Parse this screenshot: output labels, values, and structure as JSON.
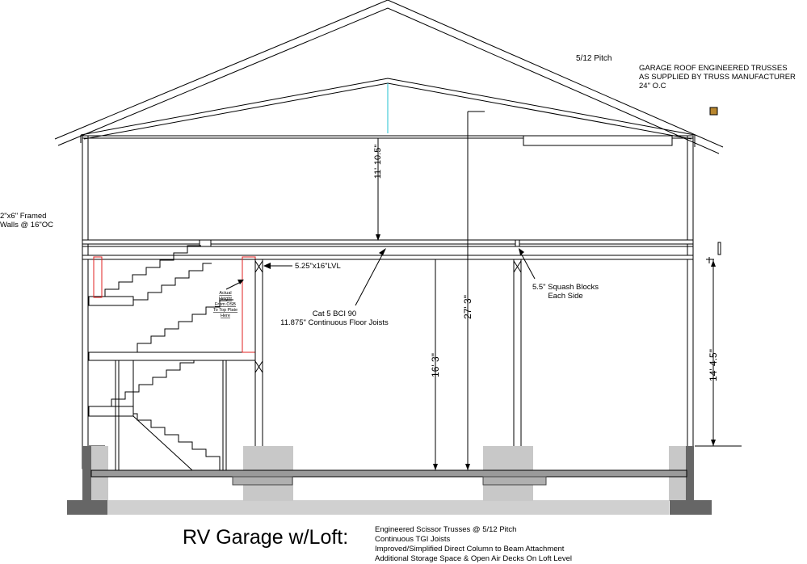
{
  "labels": {
    "pitch": "5/12 Pitch",
    "truss_line1": "GARAGE ROOF ENGINEERED TRUSSES",
    "truss_line2": "AS SUPPLIED BY TRUSS MANUFACTURER",
    "truss_line3": "24\" O.C",
    "walls_line1": "2\"x6\" Framed",
    "walls_line2": "Walls @ 16\"OC",
    "lvl": "5.25\"x16\"LVL",
    "joist_line1": "Cat 5 BCI 90",
    "joist_line2": "11.875\" Continuous Floor Joists",
    "squash_line1": "5.5\" Squash Blocks",
    "squash_line2": "Each Side",
    "actual_line1": "Actual",
    "actual_line2": "Height",
    "actual_line3": "From OSB",
    "actual_line4": "To Top Plate",
    "actual_line5": "Here"
  },
  "dimensions": {
    "upper_height": "11'-10.5\"",
    "overall_height": "27' 3\"",
    "lower_height": "16' 3\"",
    "side_height": "14' 4.5\""
  },
  "title": "RV Garage w/Loft:",
  "notes": [
    "Engineered Scissor Trusses @ 5/12 Pitch",
    "Continuous TGI Joists",
    "Improved/Simplified Direct Column to Beam  Attachment",
    "Additional Storage Space & Open Air Decks On Loft Level"
  ],
  "colors": {
    "line": "#000000",
    "concrete": "#c8c8c8",
    "concrete_dark": "#8c8c8c",
    "accent_red": "#e02020",
    "accent_cyan": "#20c0d0",
    "marker": "#b8862e"
  }
}
